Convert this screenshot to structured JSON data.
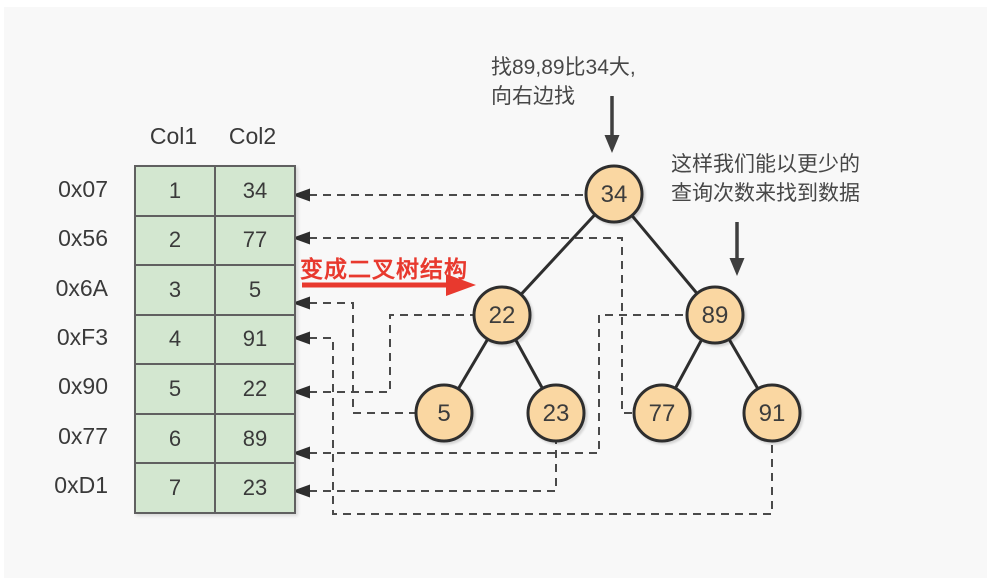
{
  "canvas": {
    "background": "#f8f8f8"
  },
  "table": {
    "headers": [
      "Col1",
      "Col2"
    ],
    "rows": [
      {
        "addr": "0x07",
        "col1": "1",
        "col2": "34"
      },
      {
        "addr": "0x56",
        "col1": "2",
        "col2": "77"
      },
      {
        "addr": "0x6A",
        "col1": "3",
        "col2": "5"
      },
      {
        "addr": "0xF3",
        "col1": "4",
        "col2": "91"
      },
      {
        "addr": "0x90",
        "col1": "5",
        "col2": "22"
      },
      {
        "addr": "0x77",
        "col1": "6",
        "col2": "89"
      },
      {
        "addr": "0xD1",
        "col1": "7",
        "col2": "23"
      }
    ]
  },
  "tree": {
    "nodes": [
      {
        "label": "34"
      },
      {
        "label": "22"
      },
      {
        "label": "89"
      },
      {
        "label": "5"
      },
      {
        "label": "23"
      },
      {
        "label": "77"
      },
      {
        "label": "91"
      }
    ],
    "edges": [
      "34-22",
      "34-89",
      "22-5",
      "22-23",
      "89-77",
      "89-91"
    ],
    "node_to_row": {
      "34": "0x07",
      "77": "0x56",
      "5": "0x6A",
      "91": "0xF3",
      "22": "0x90",
      "89": "0x77",
      "23": "0xD1"
    }
  },
  "annotations": {
    "find_note": {
      "line1": "找89,89比34大,",
      "line2": "向右边找"
    },
    "efficiency_note": {
      "line1": "这样我们能以更少的",
      "line2": "查询次数来找到数据"
    },
    "transform_label": "变成二叉树结构"
  },
  "colors": {
    "cell_green": "#d3e7d0",
    "node_fill": "#fad7a2",
    "stroke_dark": "#2e2e2e",
    "dash_gray": "#4a4a4a",
    "accent_red": "#e8392e",
    "text_gray": "#3a3a3a",
    "canvas_bg": "#f8f8f8"
  }
}
